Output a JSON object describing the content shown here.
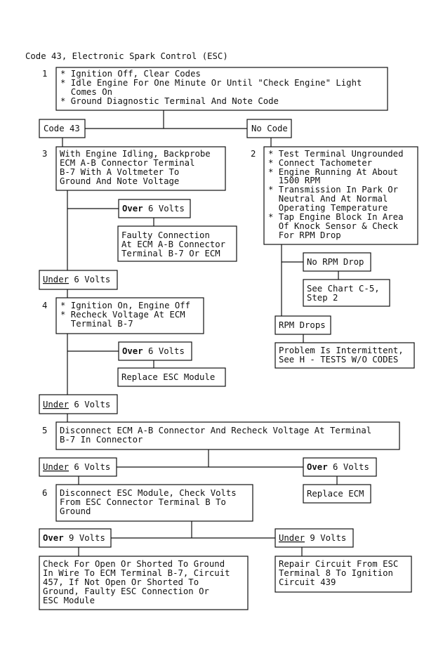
{
  "title": "Code 43, Electronic Spark Control (ESC)",
  "steps": {
    "s1": {
      "num": "1",
      "lines": [
        "* Ignition Off, Clear Codes",
        "* Idle Engine For One Minute Or Until \"Check Engine\" Light",
        "  Comes On",
        "* Ground Diagnostic Terminal And Note Code"
      ]
    },
    "code43": "Code 43",
    "nocode": "No Code",
    "s3": {
      "num": "3",
      "lines": [
        "With Engine Idling, Backprobe",
        "ECM A-B Connector Terminal",
        "B-7 With A Voltmeter To",
        "Ground And Note Voltage"
      ]
    },
    "s3_over": {
      "bold": "Over",
      "rest": " 6 Volts"
    },
    "s3_over_result": [
      "Faulty Connection",
      "At ECM A-B Connector",
      "Terminal B-7 Or ECM"
    ],
    "s3_under": {
      "u": "Under",
      "rest": " 6 Volts"
    },
    "s2": {
      "num": "2",
      "lines": [
        "* Test Terminal Ungrounded",
        "* Connect Tachometer",
        "* Engine Running At About",
        "  1500 RPM",
        "* Transmission In Park Or",
        "  Neutral And At Normal",
        "  Operating Temperature",
        "* Tap Engine Block In Area",
        "  Of Knock Sensor & Check",
        "  For RPM Drop"
      ]
    },
    "s2_norpm": "No RPM Drop",
    "s2_norpm_result": [
      "See Chart C-5,",
      "Step 2"
    ],
    "s2_rpmdrops": "RPM Drops",
    "s2_rpmdrops_result": [
      "Problem Is Intermittent,",
      "See H - TESTS W/O CODES"
    ],
    "s4": {
      "num": "4",
      "lines": [
        "* Ignition On, Engine Off",
        "* Recheck Voltage At ECM",
        "  Terminal B-7"
      ]
    },
    "s4_over": {
      "bold": "Over",
      "rest": " 6 Volts"
    },
    "s4_over_result": [
      "Replace ESC Module"
    ],
    "s4_under": {
      "u": "Under",
      "rest": " 6 Volts"
    },
    "s5": {
      "num": "5",
      "lines": [
        "Disconnect ECM A-B Connector And Recheck Voltage At Terminal",
        "B-7 In Connector"
      ]
    },
    "s5_under": {
      "u": "Under",
      "rest": " 6 Volts"
    },
    "s5_over": {
      "bold": "Over",
      "rest": " 6 Volts"
    },
    "s5_over_result": [
      "Replace ECM"
    ],
    "s6": {
      "num": "6",
      "lines": [
        "Disconnect ESC Module, Check Volts",
        "From ESC Connector Terminal B To",
        "Ground"
      ]
    },
    "s6_over": {
      "bold": "Over",
      "rest": " 9 Volts"
    },
    "s6_over_result": [
      "Check For Open Or Shorted To Ground",
      "In Wire To ECM Terminal B-7, Circuit",
      "457, If Not Open Or Shorted To",
      "Ground, Faulty ESC Connection Or",
      "ESC Module"
    ],
    "s6_under": {
      "u": "Under",
      "rest": " 9 Volts"
    },
    "s6_under_result": [
      "Repair Circuit From ESC",
      "Terminal 8 To Ignition",
      "Circuit 439"
    ]
  }
}
